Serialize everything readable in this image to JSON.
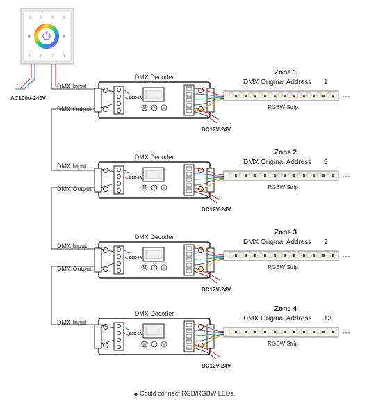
{
  "panel": {
    "top_numbers": [
      "1",
      "2",
      "3",
      "4"
    ],
    "bottom_numbers": [
      "5",
      "6",
      "7",
      "8"
    ],
    "power_label": "AC100V-240V"
  },
  "labels": {
    "decoder": "DMX Decoder",
    "dmx_input": "DMX Input",
    "dmx_output": "DMX Output",
    "strip": "RGBW Strip",
    "power": "DC12V-24V",
    "model": "B2D-5A",
    "button_m": "M",
    "button_up": "^",
    "button_down": "v",
    "continuation": "···"
  },
  "zones": [
    {
      "title": "Zone 1",
      "address_label": "DMX Original Address",
      "address": "1"
    },
    {
      "title": "Zone 2",
      "address_label": "DMX Original Address",
      "address": "5"
    },
    {
      "title": "Zone 3",
      "address_label": "DMX Original Address",
      "address": "9"
    },
    {
      "title": "Zone 4",
      "address_label": "DMX Original Address",
      "address": "13"
    }
  ],
  "footnote": {
    "bullet": "◆",
    "text": "Could connect RGB/RGBW LEDs."
  },
  "colors": {
    "wire": "#444444",
    "wire_red": "#d02020",
    "wire_blue": "#2060c0",
    "wire_green": "#20a040",
    "panel_accent": "#7a5cff",
    "strip_fill": "#f4f4f4"
  }
}
